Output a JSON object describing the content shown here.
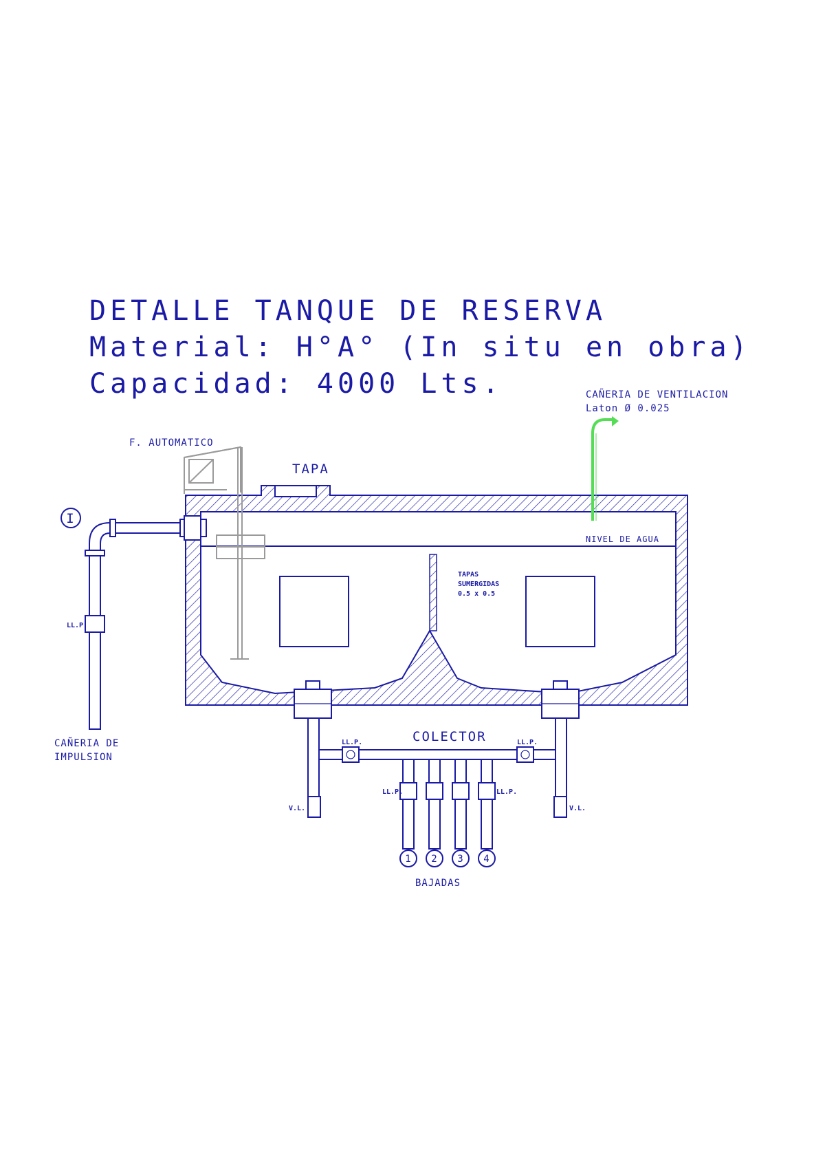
{
  "title": {
    "line1": "DETALLE TANQUE DE RESERVA",
    "line2": "Material: H°A° (In situ en obra)",
    "line3": "Capacidad: 4000 Lts."
  },
  "labels": {
    "ventilacion_1": "CAÑERIA DE VENTILACION",
    "ventilacion_2": "Laton Ø 0.025",
    "automatico": "F. AUTOMATICO",
    "tapa": "TAPA",
    "nivel_agua": "NIVEL DE AGUA",
    "tapas_sumergidas_1": "TAPAS",
    "tapas_sumergidas_2": "SUMERGIDAS",
    "tapas_sumergidas_3": "0.5 x 0.5",
    "impulsion_marker": "I",
    "impulsion_1": "CAÑERIA DE",
    "impulsion_2": "IMPULSION",
    "llp": "LL.P.",
    "vl": "V.L.",
    "colector": "COLECTOR",
    "bajadas": "BAJADAS"
  },
  "bajadas": [
    "1",
    "2",
    "3",
    "4"
  ],
  "colors": {
    "line": "#1a1aa6",
    "ventilacion": "#55dd55",
    "float_switch": "#9a9a9a"
  }
}
